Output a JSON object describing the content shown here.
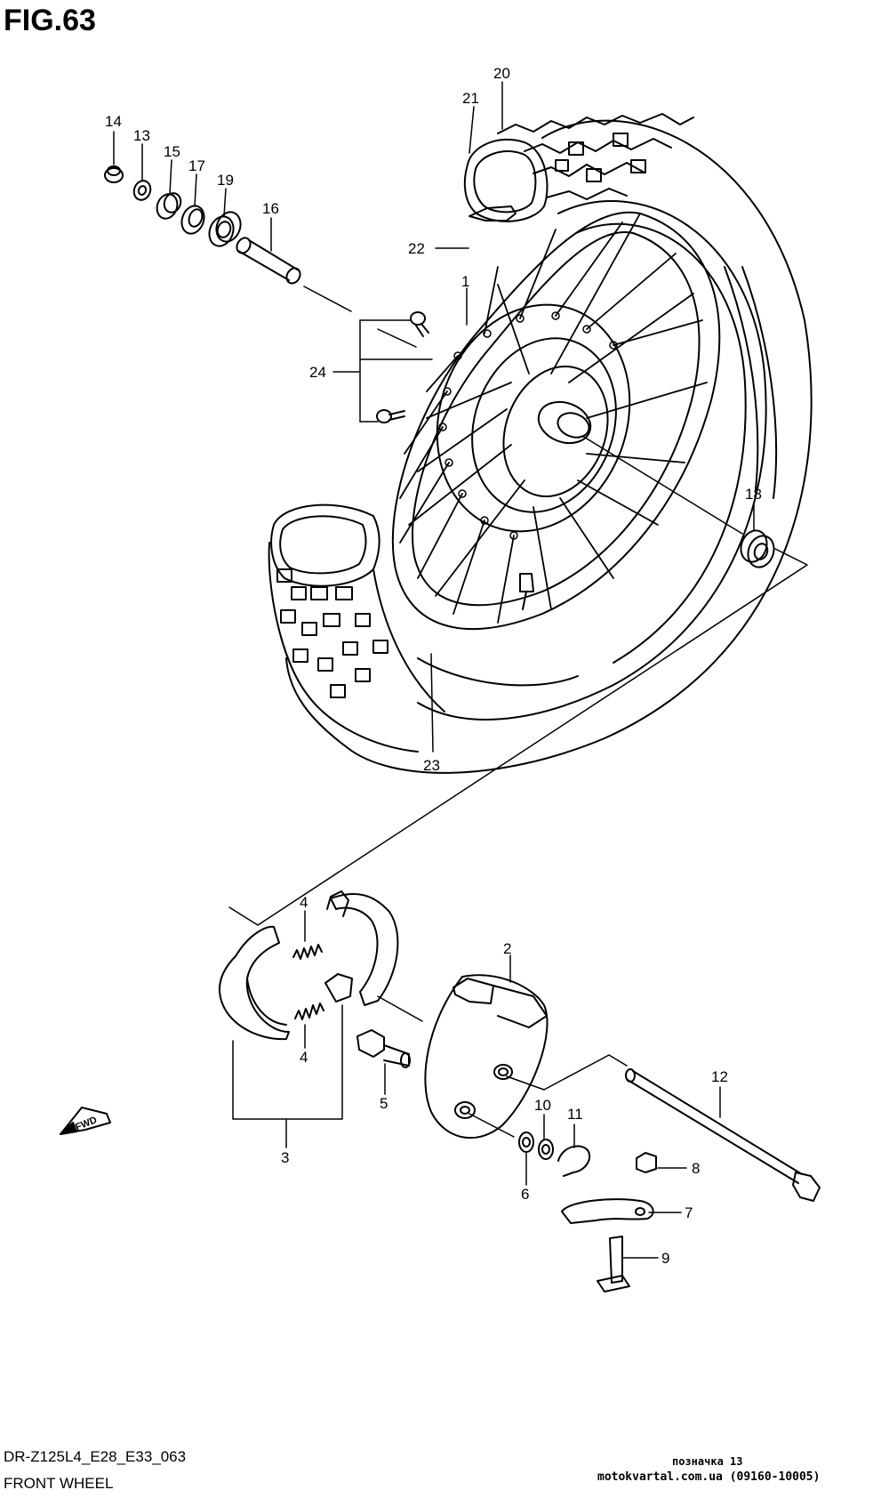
{
  "figure": {
    "title": "FIG.63"
  },
  "footer": {
    "model_code": "DR-Z125L4_E28_E33_063",
    "section_name": "FRONT WHEEL",
    "watermark_line1": "позначка 13",
    "watermark_line2": "motokvartal.com.ua (09160-10005)"
  },
  "fwd_badge": "FWD",
  "callouts": [
    {
      "id": "c1",
      "label": "1"
    },
    {
      "id": "c2",
      "label": "2"
    },
    {
      "id": "c3",
      "label": "3"
    },
    {
      "id": "c4a",
      "label": "4"
    },
    {
      "id": "c4b",
      "label": "4"
    },
    {
      "id": "c5",
      "label": "5"
    },
    {
      "id": "c6",
      "label": "6"
    },
    {
      "id": "c7",
      "label": "7"
    },
    {
      "id": "c8",
      "label": "8"
    },
    {
      "id": "c9",
      "label": "9"
    },
    {
      "id": "c10",
      "label": "10"
    },
    {
      "id": "c11",
      "label": "11"
    },
    {
      "id": "c12",
      "label": "12"
    },
    {
      "id": "c13",
      "label": "13"
    },
    {
      "id": "c14",
      "label": "14"
    },
    {
      "id": "c15",
      "label": "15"
    },
    {
      "id": "c16",
      "label": "16"
    },
    {
      "id": "c17",
      "label": "17"
    },
    {
      "id": "c18",
      "label": "18"
    },
    {
      "id": "c19",
      "label": "19"
    },
    {
      "id": "c20",
      "label": "20"
    },
    {
      "id": "c21",
      "label": "21"
    },
    {
      "id": "c22",
      "label": "22"
    },
    {
      "id": "c23",
      "label": "23"
    },
    {
      "id": "c24",
      "label": "24"
    }
  ]
}
